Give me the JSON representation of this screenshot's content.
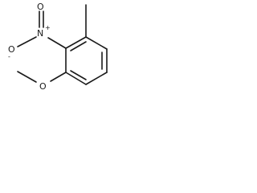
{
  "molecule": {
    "atoms": {
      "nitro_nitrogen": {
        "symbol": "N",
        "charge": "+"
      },
      "nitro_oxygen_top": {
        "symbol": "O"
      },
      "nitro_oxygen_left": {
        "symbol": "O",
        "charge": "-"
      },
      "methoxy_oxygen": {
        "symbol": "O"
      }
    }
  }
}
